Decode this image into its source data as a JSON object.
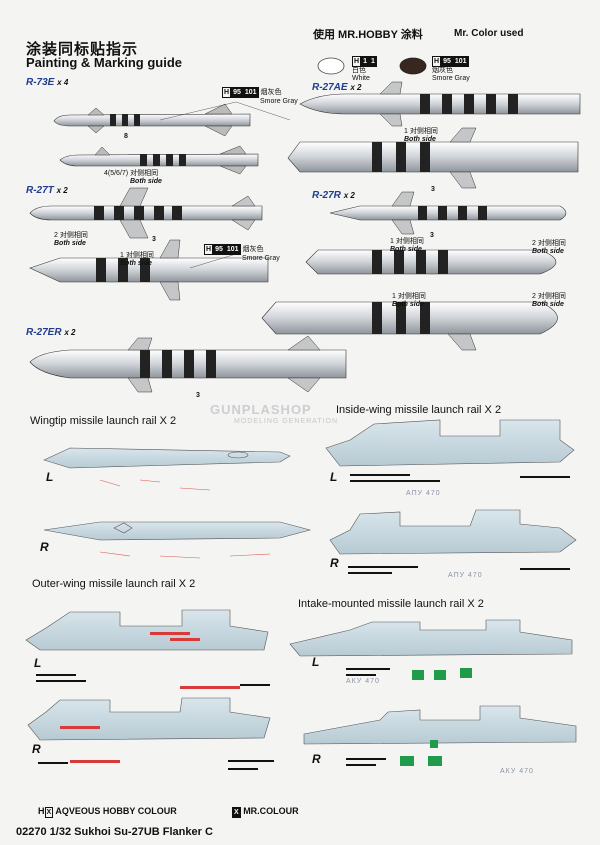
{
  "header": {
    "title_cn": "涂装同标贴指示",
    "title_en": "Painting & Marking guide",
    "paint_cn": "使用 MR.HOBBY 涂料",
    "paint_en": "Mr. Color used"
  },
  "paints": {
    "white": {
      "code_h": "H",
      "code_num": "1",
      "code_x": "1",
      "name_cn": "白色",
      "name_en": "White",
      "color": "#ffffff"
    },
    "smoke": {
      "code_h": "H",
      "code_num": "95",
      "code_x": "101",
      "name_cn": "烟灰色",
      "name_en": "Smore Gray",
      "color": "#3a2620"
    }
  },
  "missiles": {
    "r73": {
      "name": "R-73E",
      "qty": "x 4"
    },
    "r27ae": {
      "name": "R-27AE",
      "qty": "x 2"
    },
    "r27t": {
      "name": "R-27T",
      "qty": "x 2"
    },
    "r27r": {
      "name": "R-27R",
      "qty": "x 2"
    },
    "r27er": {
      "name": "R-27ER",
      "qty": "x 2"
    }
  },
  "notes": {
    "smoke_h": "H",
    "smoke_code": "95",
    "smoke_x": "101",
    "smoke_cn": "烟灰色",
    "smoke_en": "Smore Gray",
    "n8": "8",
    "n4": "4(5/6/7)",
    "n3": "3",
    "n2": "2",
    "n1": "1",
    "both_cn": "对侧相同",
    "both_en": "Both side"
  },
  "sections": {
    "wingtip": "Wingtip missile launch rail  X  2",
    "inside": "Inside-wing missile launch rail  X  2",
    "outer": "Outer-wing missile launch rail  X  2",
    "intake": "Intake-mounted missile launch rail  X  2"
  },
  "labels": {
    "L": "L",
    "R": "R"
  },
  "stencils": {
    "apu": "АПУ 470",
    "aku": "АКУ 470"
  },
  "watermark": {
    "main": "GUNPLASHOP",
    "sub": "MODELING GENERATION"
  },
  "legend": {
    "h_box": "X",
    "h_prefix": "H",
    "aqueous": "AQVEOUS HOBBY COLOUR",
    "x_box": "X",
    "mrcolour": "MR.COLOUR"
  },
  "footer": {
    "code": "02270",
    "scale": "1/32",
    "name": "Sukhoi Su-27UB Flanker C"
  }
}
